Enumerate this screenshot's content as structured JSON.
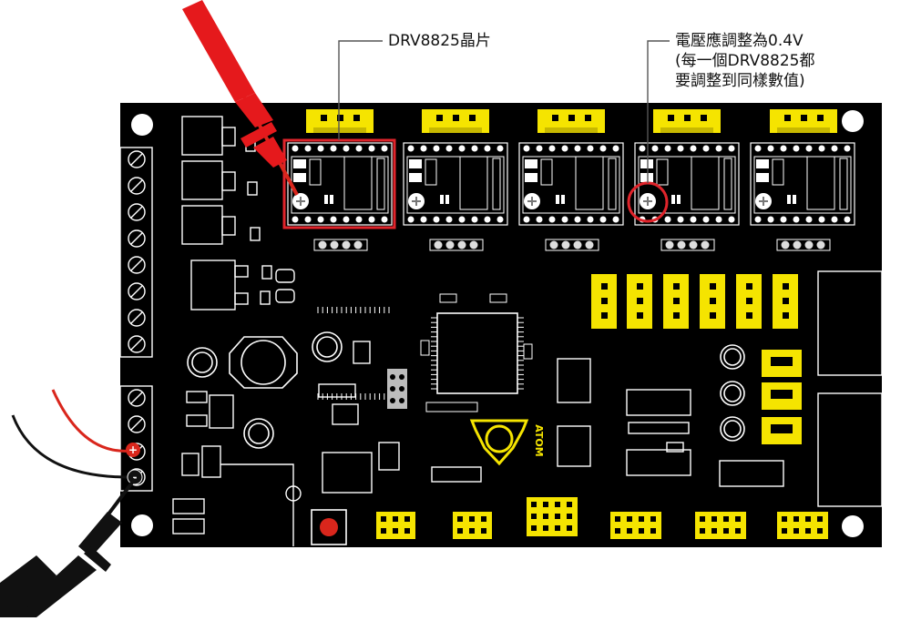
{
  "callouts": {
    "drv_chip": "DRV8825晶片",
    "vref_line1": "電壓應調整為0.4V",
    "vref_line2": "(每一個DRV8825都",
    "vref_line3": "要調整到同樣數值)"
  },
  "board": {
    "logo_text": "ATOM",
    "plus_symbol": "+",
    "minus_symbol": "-"
  },
  "colors": {
    "board": "#000000",
    "silkscreen": "#ffffff",
    "connector_yellow": "#f5e400",
    "probe_red": "#e5191c",
    "probe_black": "#111111",
    "highlight_red": "#e0242b",
    "callout_line": "#333333"
  },
  "icons": {
    "drv_module": "stepper-driver-module",
    "trim_pot": "potentiometer-icon",
    "probe": "multimeter-probe-icon"
  }
}
